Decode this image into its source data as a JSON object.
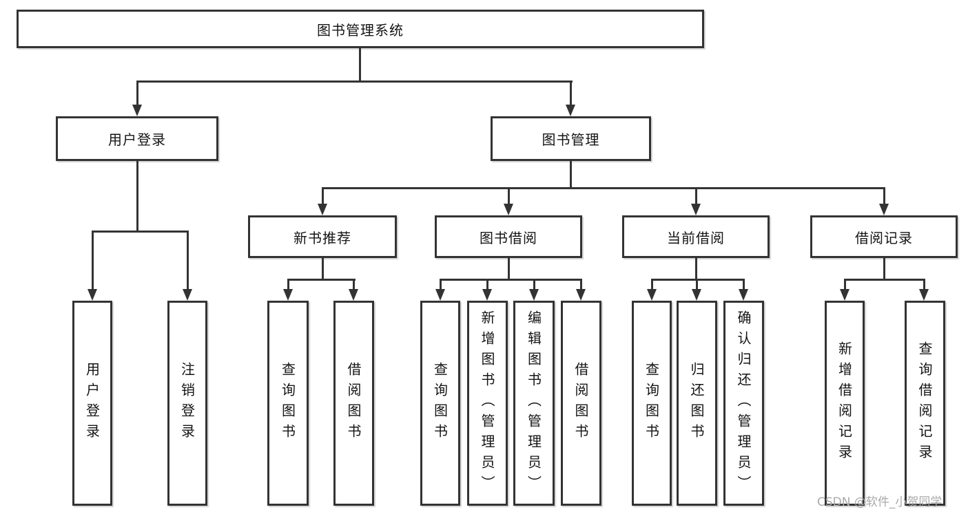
{
  "colors": {
    "line": "#333333",
    "box_border": "#333333",
    "box_fill": "#ffffff",
    "text": "#141414",
    "watermark": "#a9a9a9",
    "background": "#ffffff"
  },
  "watermark": {
    "text": "CSDN @软件_小贺同学"
  },
  "tree": {
    "root": {
      "label": "图书管理系统",
      "children": [
        {
          "label": "用户登录",
          "children": [
            {
              "label": "用户登录"
            },
            {
              "label": "注销登录"
            }
          ]
        },
        {
          "label": "图书管理",
          "children": [
            {
              "label": "新书推荐",
              "children": [
                {
                  "label": "查询图书"
                },
                {
                  "label": "借阅图书"
                }
              ]
            },
            {
              "label": "图书借阅",
              "children": [
                {
                  "label": "查询图书"
                },
                {
                  "label": "新增图书（管理员）"
                },
                {
                  "label": "编辑图书（管理员）"
                },
                {
                  "label": "借阅图书"
                }
              ]
            },
            {
              "label": "当前借阅",
              "children": [
                {
                  "label": "查询图书"
                },
                {
                  "label": "归还图书"
                },
                {
                  "label": "确认归还（管理员）"
                }
              ]
            },
            {
              "label": "借阅记录",
              "children": [
                {
                  "label": "新增借阅记录"
                },
                {
                  "label": "查询借阅记录"
                }
              ]
            }
          ]
        }
      ]
    }
  }
}
